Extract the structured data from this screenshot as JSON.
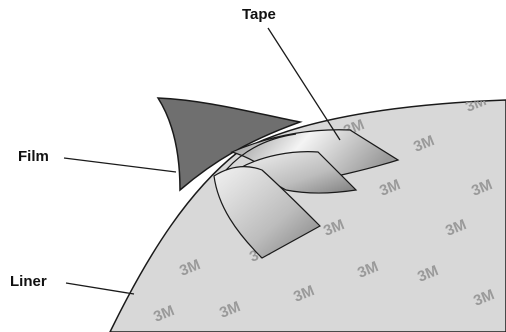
{
  "labels": {
    "tape": "Tape",
    "film": "Film",
    "liner": "Liner"
  },
  "watermark": {
    "text": "3M",
    "color": "#9a9a9a"
  },
  "colors": {
    "liner_fill": "#d8d8d8",
    "film_fill": "#6f6f6f",
    "tape_light": "#f4f4f4",
    "tape_dark": "#8c8c8c",
    "outline": "#1a1a1a"
  }
}
